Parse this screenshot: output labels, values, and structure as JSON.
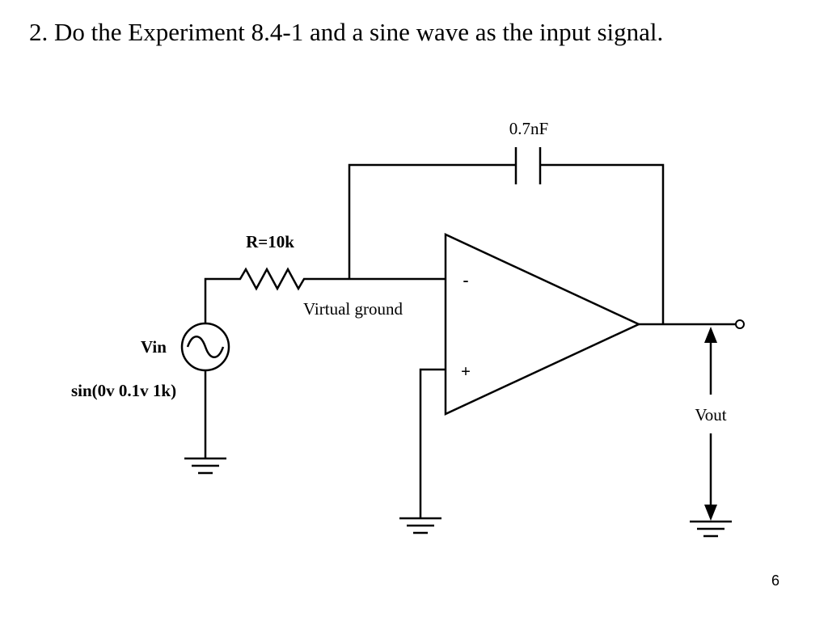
{
  "slide": {
    "title": "2. Do the Experiment 8.4-1 and a sine wave as the input signal.",
    "page_number": "6"
  },
  "circuit": {
    "capacitor_label": "0.7nF",
    "resistor_label": "R=10k",
    "virtual_ground_label": "Virtual ground",
    "minus_label": "-",
    "plus_label": "+",
    "source_name_label": "Vin",
    "source_spec_label": "sin(0v 0.1v 1k)",
    "output_label": "Vout"
  }
}
